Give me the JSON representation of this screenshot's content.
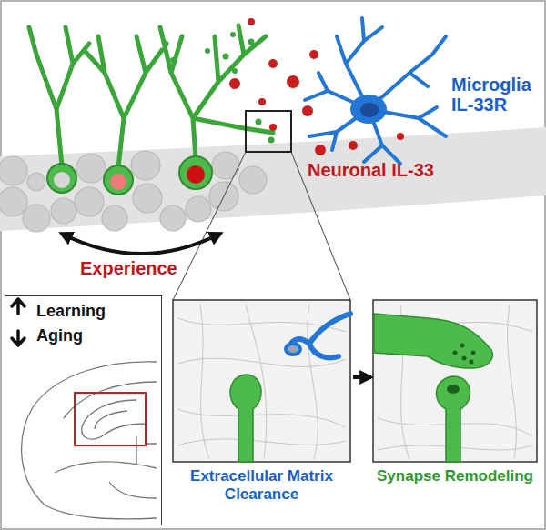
{
  "diagram": {
    "nodes": [
      {
        "text": [
          "Learning",
          "Aging"
        ]
      },
      {
        "text": [
          "Extracellular Matrix Clearance"
        ]
      },
      {
        "text": [
          "Synapse Remodeling"
        ]
      }
    ],
    "edges": [
      {
        "from": 1,
        "to": 2,
        "arrow": "to"
      }
    ],
    "labels": [
      "Microglia IL-33R",
      "Neuronal IL-33",
      "Experience"
    ]
  }
}
